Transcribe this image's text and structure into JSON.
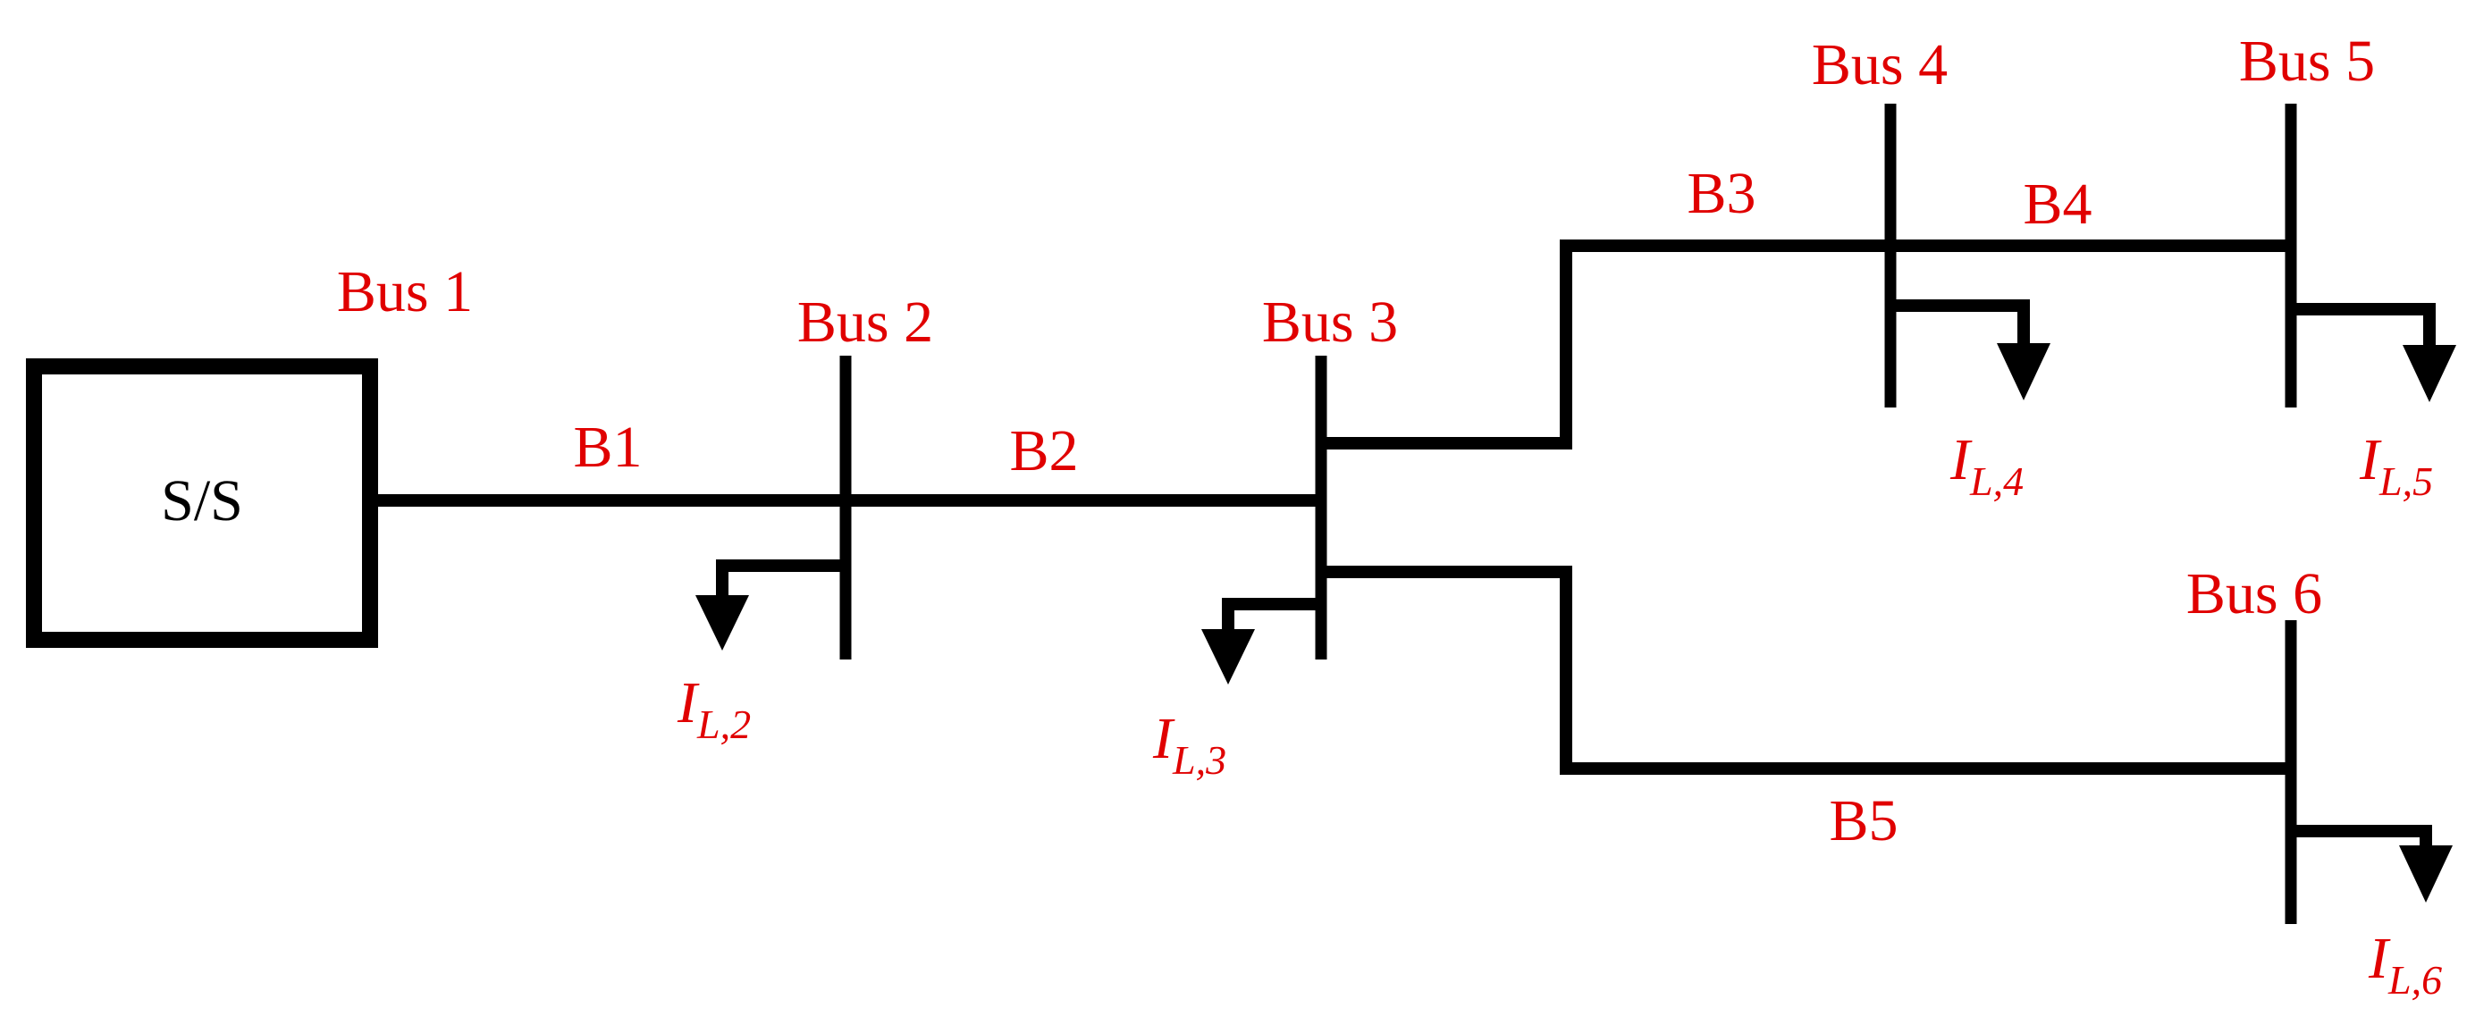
{
  "colors": {
    "label": "#e00000",
    "line": "#000000"
  },
  "substation": {
    "label": "S/S"
  },
  "buses": [
    {
      "id": "bus-1",
      "label": "Bus 1"
    },
    {
      "id": "bus-2",
      "label": "Bus 2"
    },
    {
      "id": "bus-3",
      "label": "Bus 3"
    },
    {
      "id": "bus-4",
      "label": "Bus 4"
    },
    {
      "id": "bus-5",
      "label": "Bus 5"
    },
    {
      "id": "bus-6",
      "label": "Bus 6"
    }
  ],
  "branches": [
    {
      "id": "b1",
      "label": "B1"
    },
    {
      "id": "b2",
      "label": "B2"
    },
    {
      "id": "b3",
      "label": "B3"
    },
    {
      "id": "b4",
      "label": "B4"
    },
    {
      "id": "b5",
      "label": "B5"
    }
  ],
  "loads": [
    {
      "id": "il2",
      "symbol": "I",
      "subscript": "L,2"
    },
    {
      "id": "il3",
      "symbol": "I",
      "subscript": "L,3"
    },
    {
      "id": "il4",
      "symbol": "I",
      "subscript": "L,4"
    },
    {
      "id": "il5",
      "symbol": "I",
      "subscript": "L,5"
    },
    {
      "id": "il6",
      "symbol": "I",
      "subscript": "L,6"
    }
  ]
}
